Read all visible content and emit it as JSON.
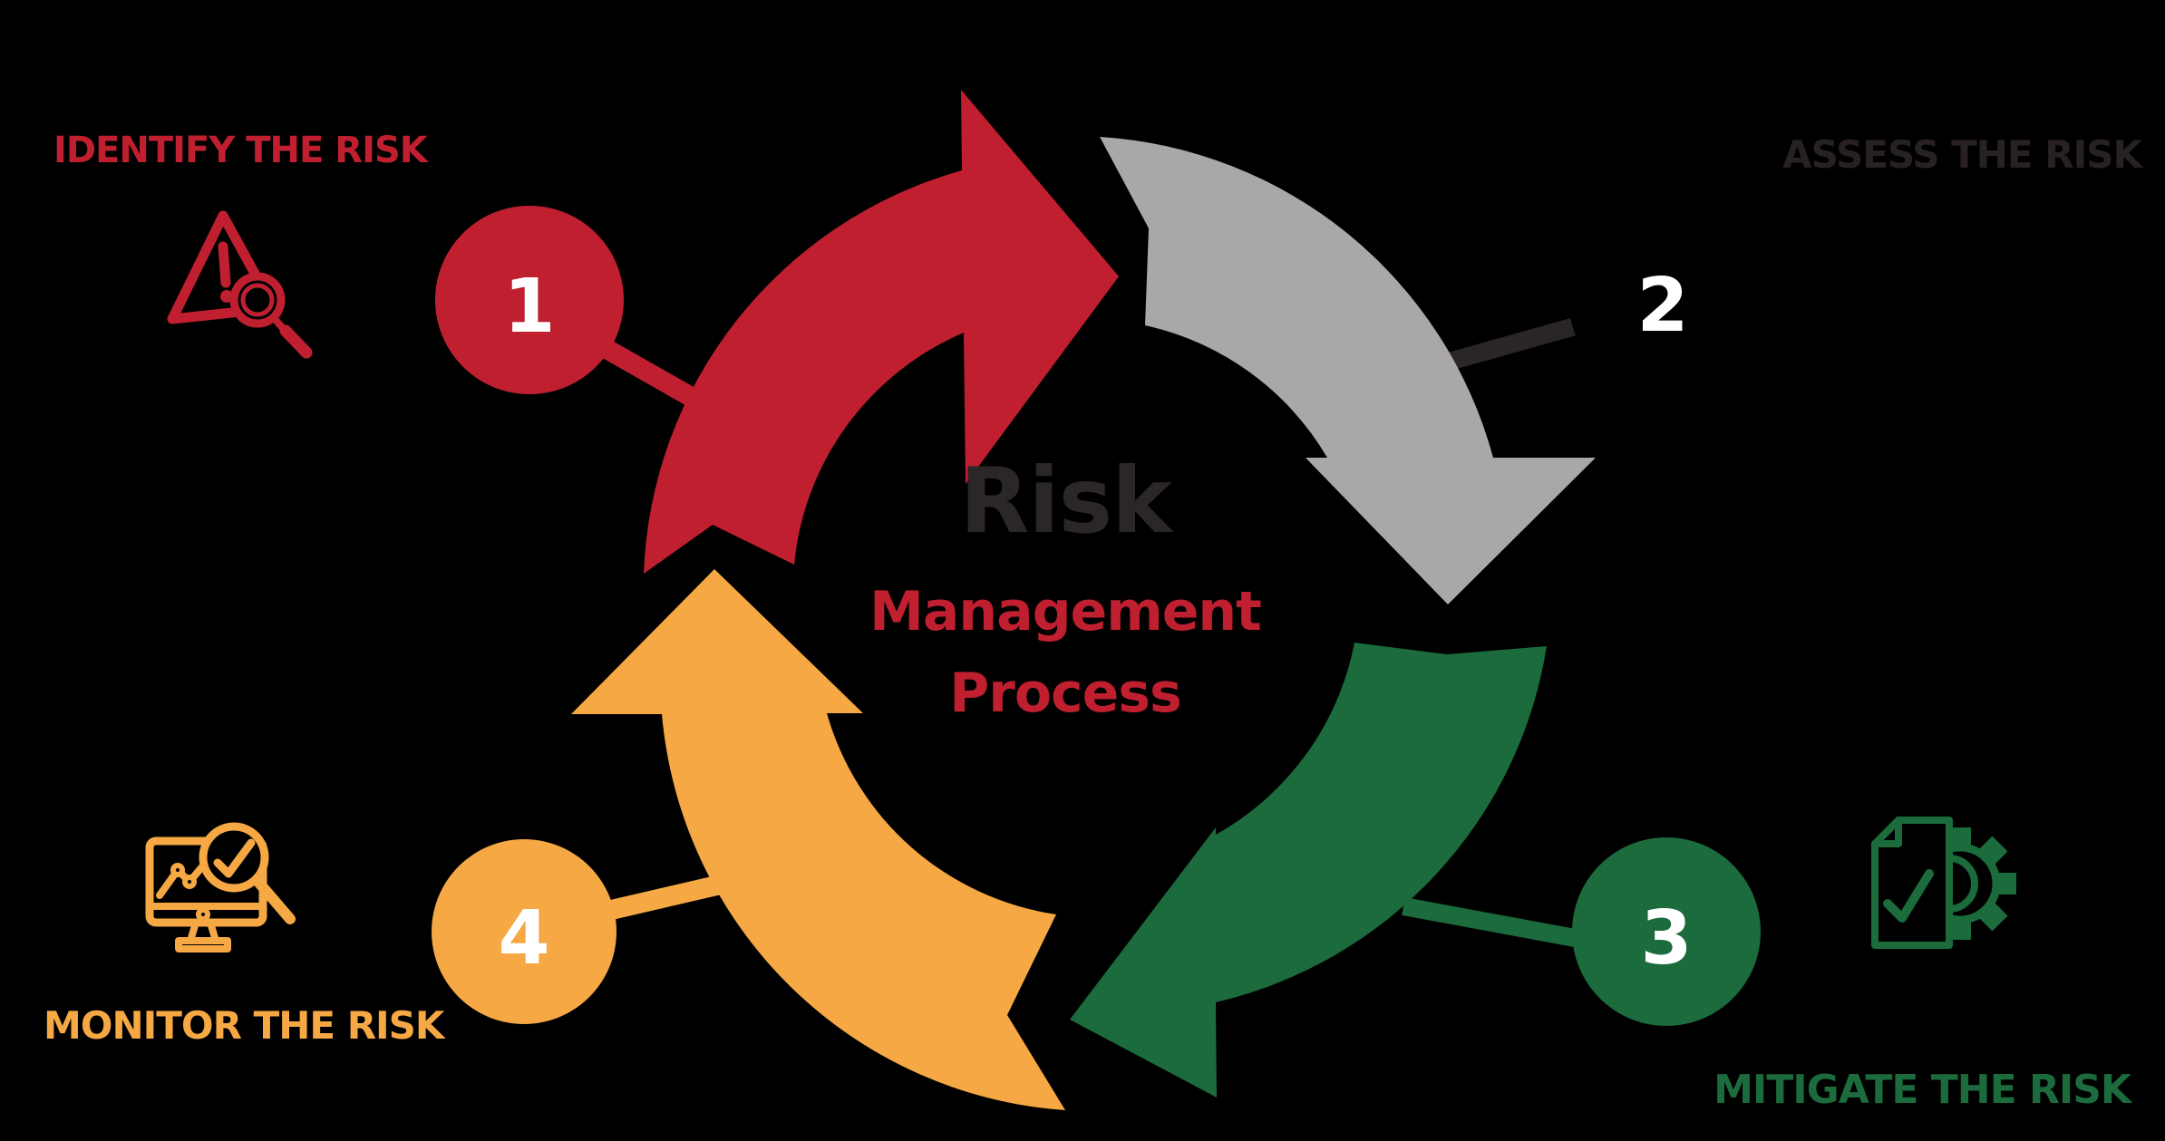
{
  "center_title": {
    "line1": "Risk",
    "line2": "Management",
    "line3": "Process"
  },
  "steps": [
    {
      "number": "1",
      "label": "IDENTIFY THE RISK",
      "color": "#C01F30",
      "icon": "warning-triangle-magnifier-icon"
    },
    {
      "number": "2",
      "label": "ASSESS THE RISK",
      "color": "#272123",
      "icon": null
    },
    {
      "number": "3",
      "label": "MITIGATE THE RISK",
      "color": "#1B6B3C",
      "icon": "document-check-gear-icon"
    },
    {
      "number": "4",
      "label": "MONITOR THE RISK",
      "color": "#F5A843",
      "icon": "monitor-chart-magnifier-icon"
    }
  ],
  "colors": {
    "background": "#000000",
    "red": "#C01F30",
    "gray": "#A9A7A8",
    "green": "#1B6B3C",
    "yellow": "#F5A843",
    "dark": "#272123",
    "connector2": "#2A2526",
    "white": "#FFFFFF"
  }
}
